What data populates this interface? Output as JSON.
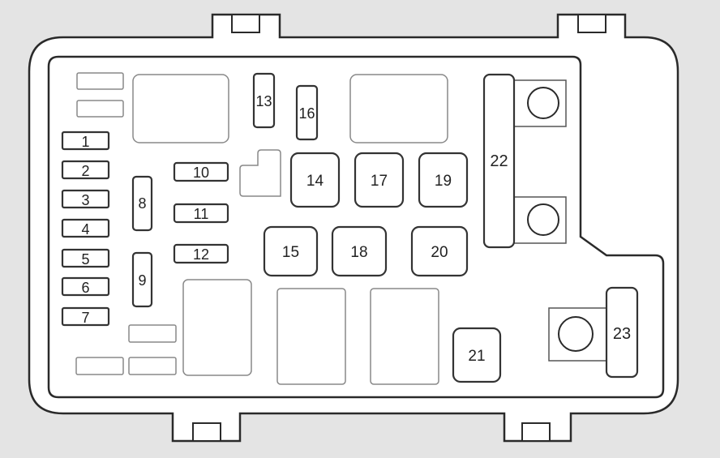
{
  "diagram": {
    "colors": {
      "background": "#e4e4e4",
      "box_fill": "#ffffff",
      "line": "#2a2a2a",
      "fuse_outline": "#333333",
      "slot_outline": "#888888"
    },
    "fuses_small": [
      {
        "label": "1"
      },
      {
        "label": "2"
      },
      {
        "label": "3"
      },
      {
        "label": "4"
      },
      {
        "label": "5"
      },
      {
        "label": "6"
      },
      {
        "label": "7"
      }
    ],
    "fuses_vertical": [
      {
        "label": "8"
      },
      {
        "label": "9"
      }
    ],
    "fuses_medium": [
      {
        "label": "10"
      },
      {
        "label": "11"
      },
      {
        "label": "12"
      }
    ],
    "fuses_tall": [
      {
        "label": "13"
      },
      {
        "label": "16"
      }
    ],
    "fuses_large": [
      {
        "label": "14"
      },
      {
        "label": "17"
      },
      {
        "label": "19"
      },
      {
        "label": "15"
      },
      {
        "label": "18"
      },
      {
        "label": "20"
      },
      {
        "label": "21"
      }
    ],
    "main_fuses": [
      {
        "label": "22"
      },
      {
        "label": "23"
      }
    ]
  }
}
